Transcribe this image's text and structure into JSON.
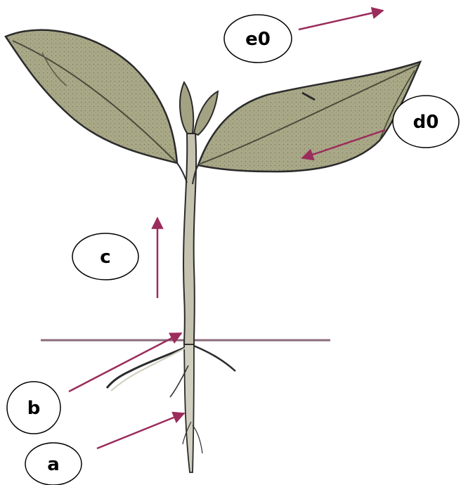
{
  "labels": {
    "a": "a",
    "b": "b",
    "c": "c",
    "d": "d0",
    "e": "e0"
  },
  "colors": {
    "arrow": "#9b2c5c",
    "leaf_fill": "#a6a585",
    "leaf_dark": "#6f6e55",
    "stem": "#c5c3b0",
    "outline": "#2b2b2b",
    "ground_line": "#8b6b7b",
    "label_border": "#000000"
  }
}
